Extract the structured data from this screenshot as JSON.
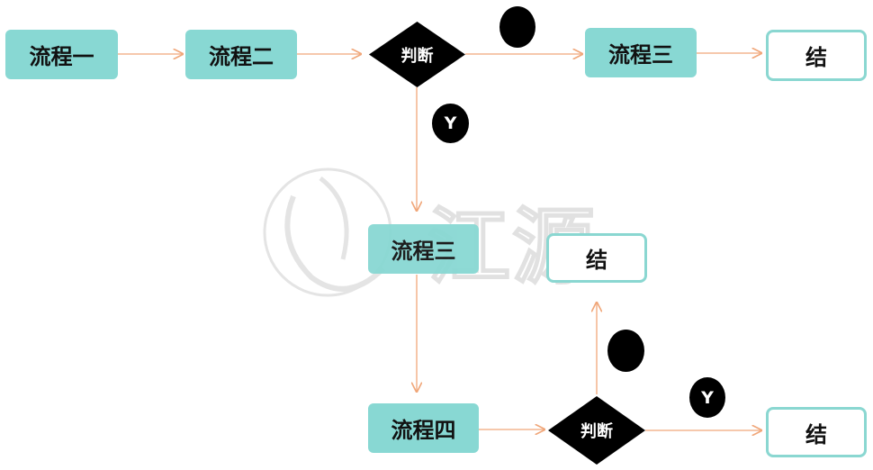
{
  "nodes": {
    "process1": "流程一",
    "process2": "流程二",
    "decision_top": "判断",
    "process3_top": "流程三",
    "end_top": "结",
    "process3_mid": "流程三",
    "end_mid": "结",
    "process4": "流程四",
    "decision_bottom": "判断",
    "end_bottom": "结"
  },
  "badges": {
    "top_right": "",
    "top_down": "Y",
    "bottom_up": "",
    "bottom_right": "Y"
  },
  "watermark": {
    "text": "江源"
  },
  "colors": {
    "process_fill": "#88d8d3",
    "terminal_border": "#8ad7d1",
    "connector": "#f0a77a",
    "decision_fill": "#000000"
  }
}
